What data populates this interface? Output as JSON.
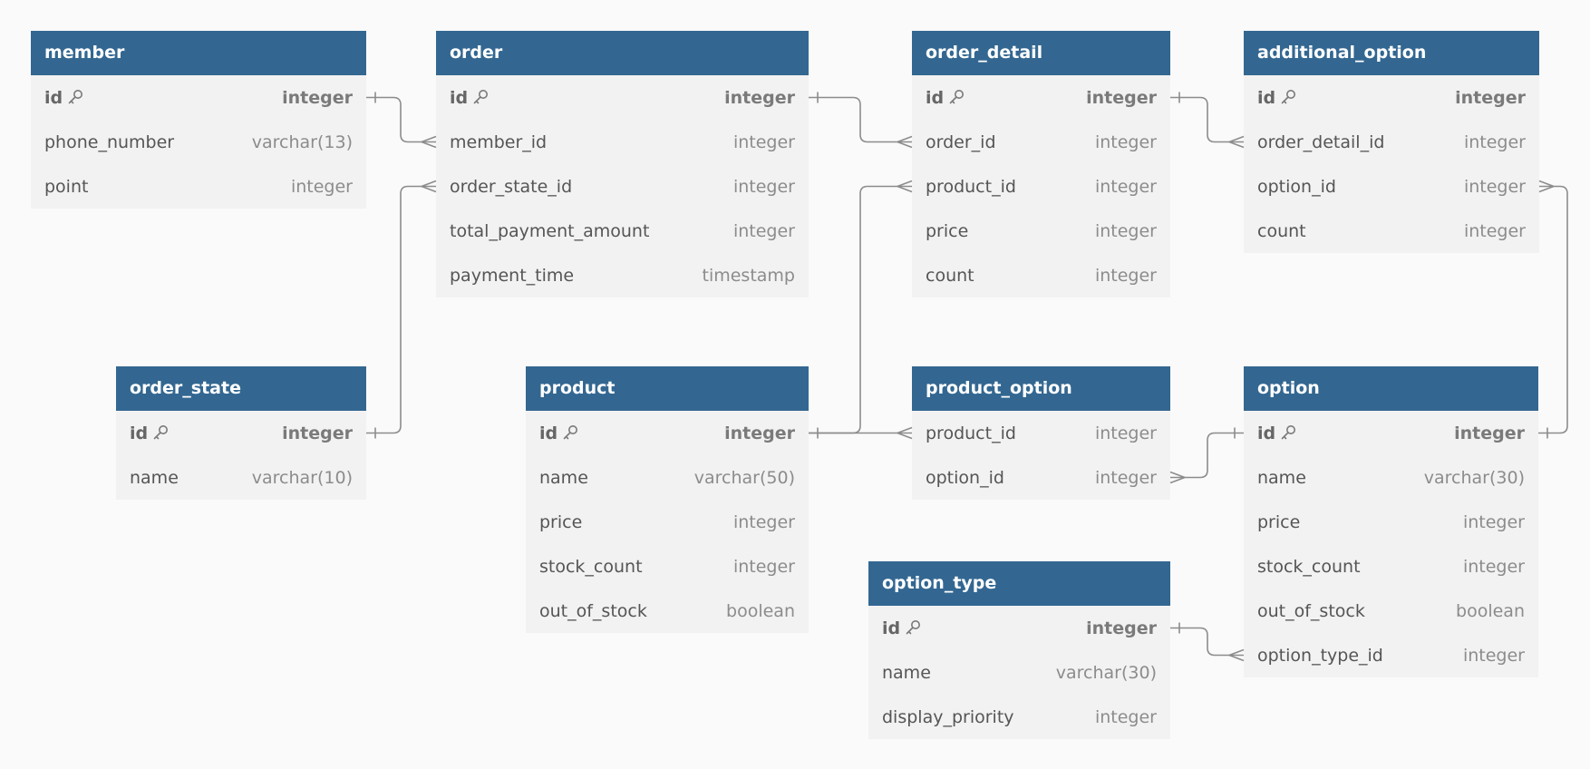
{
  "tables": [
    {
      "id": "member",
      "title": "member",
      "fields": [
        {
          "name": "id",
          "type": "integer",
          "pk": true
        },
        {
          "name": "phone_number",
          "type": "varchar(13)"
        },
        {
          "name": "point",
          "type": "integer"
        }
      ]
    },
    {
      "id": "order",
      "title": "order",
      "fields": [
        {
          "name": "id",
          "type": "integer",
          "pk": true
        },
        {
          "name": "member_id",
          "type": "integer"
        },
        {
          "name": "order_state_id",
          "type": "integer"
        },
        {
          "name": "total_payment_amount",
          "type": "integer"
        },
        {
          "name": "payment_time",
          "type": "timestamp"
        }
      ]
    },
    {
      "id": "order_detail",
      "title": "order_detail",
      "fields": [
        {
          "name": "id",
          "type": "integer",
          "pk": true
        },
        {
          "name": "order_id",
          "type": "integer"
        },
        {
          "name": "product_id",
          "type": "integer"
        },
        {
          "name": "price",
          "type": "integer"
        },
        {
          "name": "count",
          "type": "integer"
        }
      ]
    },
    {
      "id": "additional_option",
      "title": "additional_option",
      "fields": [
        {
          "name": "id",
          "type": "integer",
          "pk": true
        },
        {
          "name": "order_detail_id",
          "type": "integer"
        },
        {
          "name": "option_id",
          "type": "integer"
        },
        {
          "name": "count",
          "type": "integer"
        }
      ]
    },
    {
      "id": "order_state",
      "title": "order_state",
      "fields": [
        {
          "name": "id",
          "type": "integer",
          "pk": true
        },
        {
          "name": "name",
          "type": "varchar(10)"
        }
      ]
    },
    {
      "id": "product",
      "title": "product",
      "fields": [
        {
          "name": "id",
          "type": "integer",
          "pk": true
        },
        {
          "name": "name",
          "type": "varchar(50)"
        },
        {
          "name": "price",
          "type": "integer"
        },
        {
          "name": "stock_count",
          "type": "integer"
        },
        {
          "name": "out_of_stock",
          "type": "boolean"
        }
      ]
    },
    {
      "id": "product_option",
      "title": "product_option",
      "fields": [
        {
          "name": "product_id",
          "type": "integer"
        },
        {
          "name": "option_id",
          "type": "integer"
        }
      ]
    },
    {
      "id": "option",
      "title": "option",
      "fields": [
        {
          "name": "id",
          "type": "integer",
          "pk": true
        },
        {
          "name": "name",
          "type": "varchar(30)"
        },
        {
          "name": "price",
          "type": "integer"
        },
        {
          "name": "stock_count",
          "type": "integer"
        },
        {
          "name": "out_of_stock",
          "type": "boolean"
        },
        {
          "name": "option_type_id",
          "type": "integer"
        }
      ]
    },
    {
      "id": "option_type",
      "title": "option_type",
      "fields": [
        {
          "name": "id",
          "type": "integer",
          "pk": true
        },
        {
          "name": "name",
          "type": "varchar(30)"
        },
        {
          "name": "display_priority",
          "type": "integer"
        }
      ]
    }
  ],
  "relations": [
    {
      "from": "member.id",
      "to": "order.member_id",
      "cardinality": "one-to-many"
    },
    {
      "from": "order_state.id",
      "to": "order.order_state_id",
      "cardinality": "one-to-many"
    },
    {
      "from": "order.id",
      "to": "order_detail.order_id",
      "cardinality": "one-to-many"
    },
    {
      "from": "product.id",
      "to": "order_detail.product_id",
      "cardinality": "one-to-many"
    },
    {
      "from": "product.id",
      "to": "product_option.product_id",
      "cardinality": "one-to-many"
    },
    {
      "from": "order_detail.id",
      "to": "additional_option.order_detail_id",
      "cardinality": "one-to-many"
    },
    {
      "from": "option.id",
      "to": "additional_option.option_id",
      "cardinality": "one-to-many"
    },
    {
      "from": "option.id",
      "to": "product_option.option_id",
      "cardinality": "one-to-many"
    },
    {
      "from": "option_type.id",
      "to": "option.option_type_id",
      "cardinality": "one-to-many"
    }
  ],
  "colors": {
    "header": "#336791",
    "header_text": "#ffffff",
    "table_body": "#f2f2f2",
    "background": "#fafafa",
    "line": "#8c8c8c"
  }
}
